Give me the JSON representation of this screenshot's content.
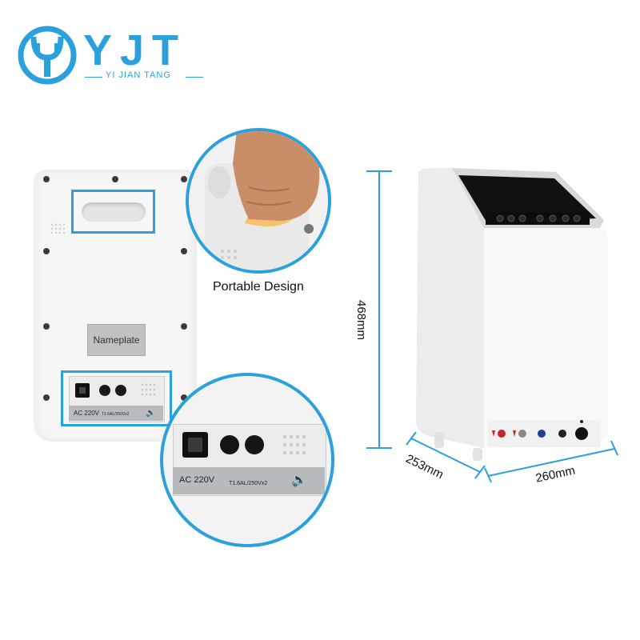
{
  "brand": {
    "name": "YJT",
    "subtitle": "YI JIAN TANG",
    "color": "#2aa0dc"
  },
  "back_view": {
    "nameplate_label": "Nameplate",
    "power_label": "AC 220V",
    "fuse_label": "T1.6AL/250Vx2"
  },
  "zoom_handle": {
    "caption": "Portable Design"
  },
  "zoom_ports": {
    "power_label": "AC 220V",
    "fuse_label": "T1.6AL/250Vx2"
  },
  "dimensions": {
    "height": "468mm",
    "depth": "253mm",
    "width": "260mm"
  }
}
